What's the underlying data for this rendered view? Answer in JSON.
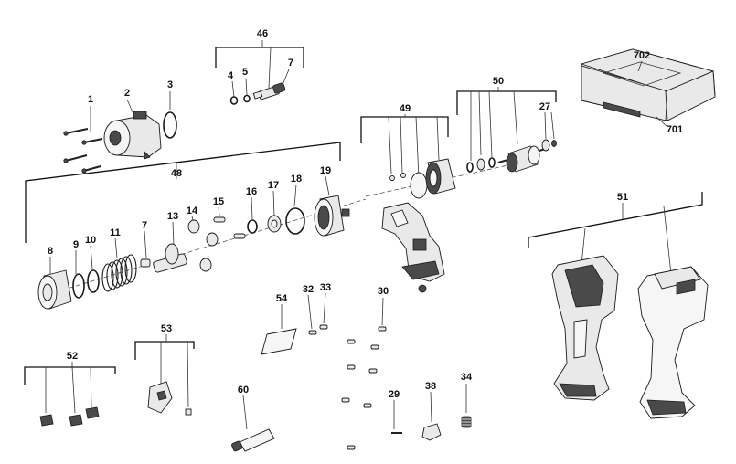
{
  "part_labels": {
    "p1": "1",
    "p2": "2",
    "p3": "3",
    "p4": "4",
    "p5": "5",
    "p7": "7",
    "p8": "8",
    "p9": "9",
    "p10": "10",
    "p11": "11",
    "p13": "13",
    "p14": "14",
    "p15": "15",
    "p16": "16",
    "p17": "17",
    "p18": "18",
    "p19": "19",
    "p27": "27",
    "p29": "29",
    "p30": "30",
    "p32": "32",
    "p33": "33",
    "p34": "34",
    "p38": "38",
    "p46": "46",
    "p48": "48",
    "p49": "49",
    "p50": "50",
    "p51": "51",
    "p52": "52",
    "p53": "53",
    "p54": "54",
    "p60": "60",
    "p701": "701",
    "p702": "702"
  },
  "icons": {
    "screw": "screw-icon",
    "ring": "ring-icon",
    "spring": "spring-icon",
    "housing": "housing-icon",
    "case": "carry-case-icon",
    "tube": "grease-tube-icon"
  }
}
